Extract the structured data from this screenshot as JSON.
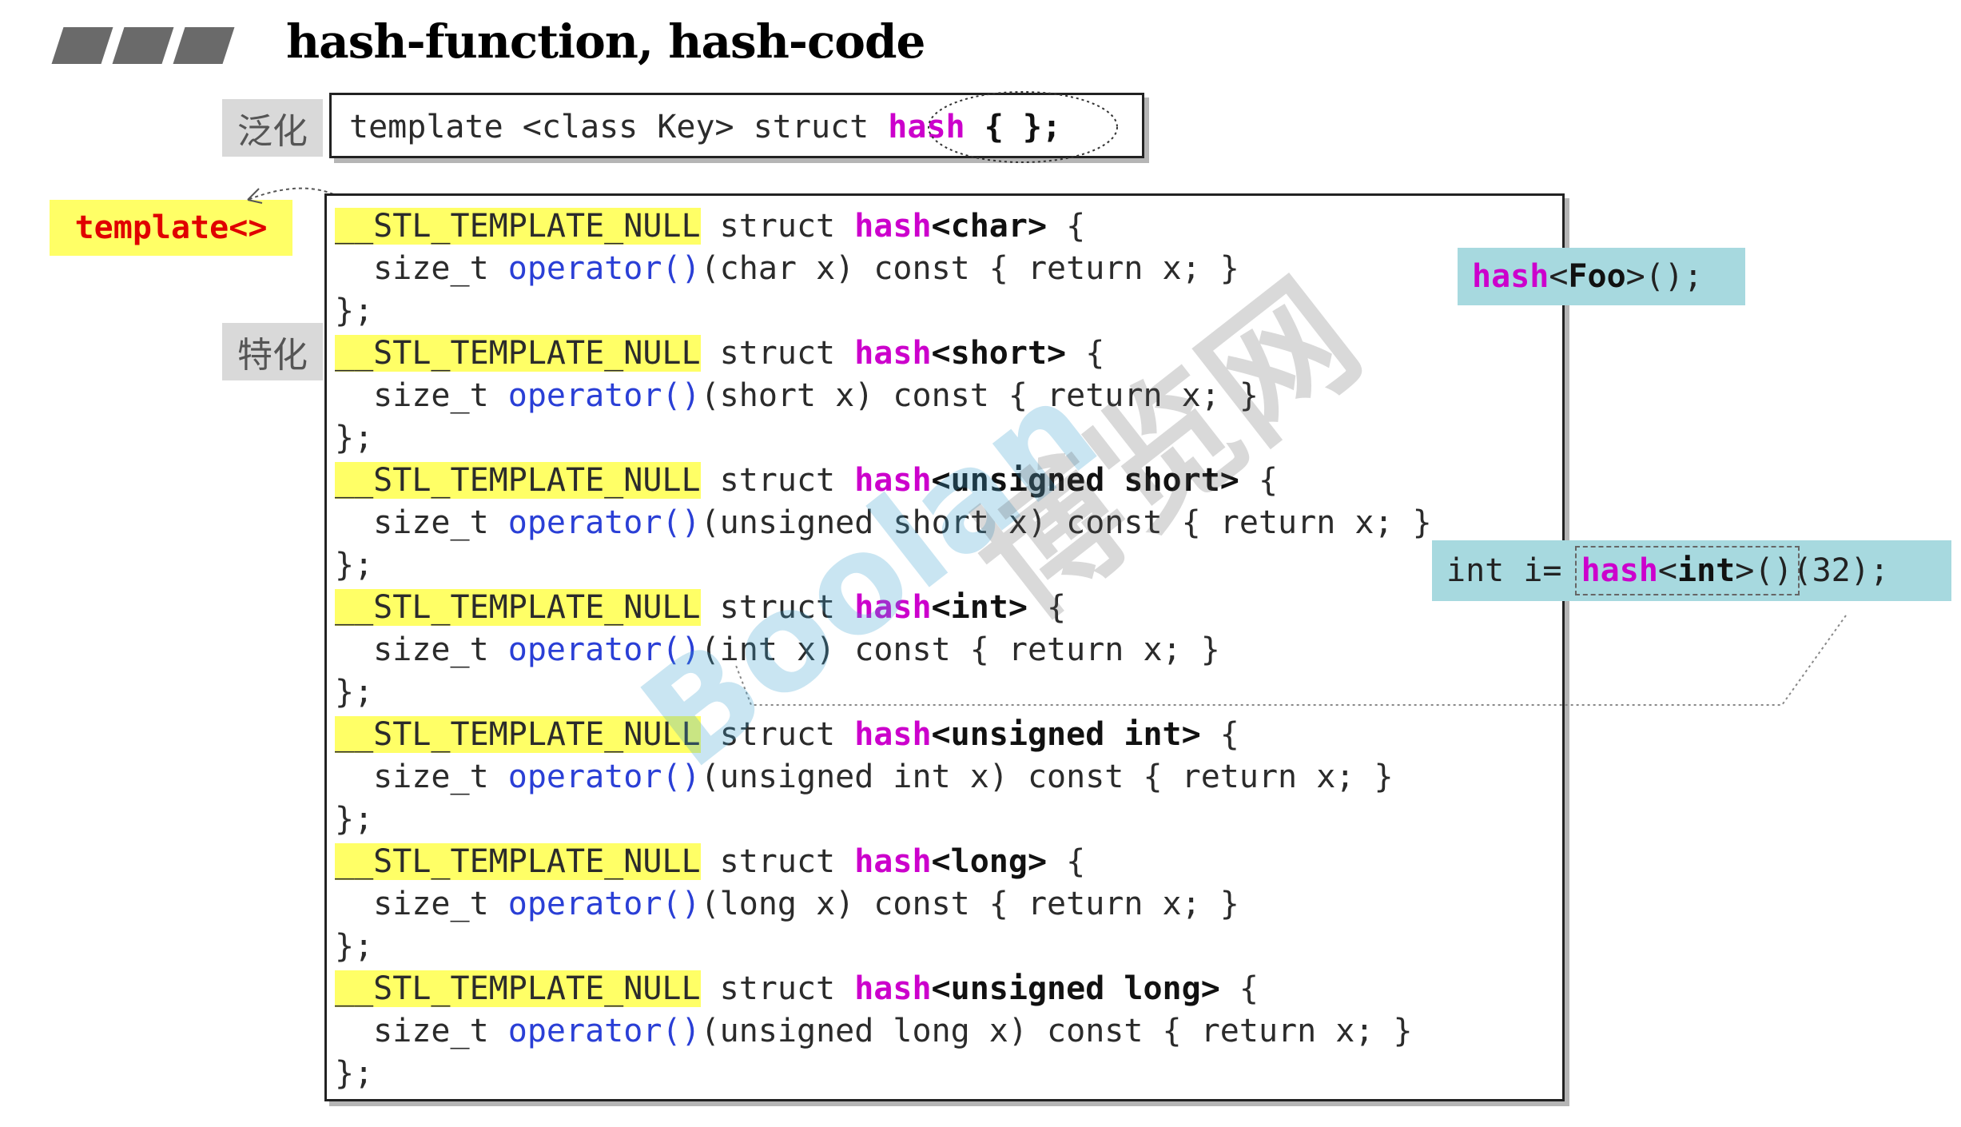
{
  "title": "hash-function, hash-code",
  "labels": {
    "generalization": "泛化",
    "specialization": "特化",
    "template_tag": "template<>"
  },
  "primary_template": {
    "prefix": "template <class Key> struct ",
    "hash": "hash",
    "suffix": " { };"
  },
  "specializations": [
    {
      "null": "__STL_TEMPLATE_NULL",
      "struct": " struct ",
      "hash": "hash",
      "type": "<char>",
      "open": " {",
      "body_prefix": "  size_t ",
      "op": "operator()",
      "param": "(char x) const { return x; }",
      "close": "};"
    },
    {
      "null": "__STL_TEMPLATE_NULL",
      "struct": " struct ",
      "hash": "hash",
      "type": "<short>",
      "open": " {",
      "body_prefix": "  size_t ",
      "op": "operator()",
      "param": "(short x) const { return x; }",
      "close": "};"
    },
    {
      "null": "__STL_TEMPLATE_NULL",
      "struct": " struct ",
      "hash": "hash",
      "type": "<unsigned short>",
      "open": " {",
      "body_prefix": "  size_t ",
      "op": "operator()",
      "param": "(unsigned short x) const { return x; }",
      "close": "};"
    },
    {
      "null": "__STL_TEMPLATE_NULL",
      "struct": " struct ",
      "hash": "hash",
      "type": "<int>",
      "open": " {",
      "body_prefix": "  size_t ",
      "op": "operator()",
      "param": "(int x) const { return x; }",
      "close": "};"
    },
    {
      "null": "__STL_TEMPLATE_NULL",
      "struct": " struct ",
      "hash": "hash",
      "type": "<unsigned int>",
      "open": " {",
      "body_prefix": "  size_t ",
      "op": "operator()",
      "param": "(unsigned int x) const { return x; }",
      "close": "};"
    },
    {
      "null": "__STL_TEMPLATE_NULL",
      "struct": " struct ",
      "hash": "hash",
      "type": "<long>",
      "open": " {",
      "body_prefix": "  size_t ",
      "op": "operator()",
      "param": "(long x) const { return x; }",
      "close": "};"
    },
    {
      "null": "__STL_TEMPLATE_NULL",
      "struct": " struct ",
      "hash": "hash",
      "type": "<unsigned long>",
      "open": " {",
      "body_prefix": "  size_t ",
      "op": "operator()",
      "param": "(unsigned long x) const { return x; }",
      "close": "};"
    }
  ],
  "callouts": {
    "foo": {
      "hash": "hash",
      "lt": "<",
      "type": "Foo",
      "rest": ">();"
    },
    "int_call": {
      "prefix": "int i= ",
      "hash": "hash",
      "lt": "<",
      "type": "int",
      "rest": ">()",
      "arg": "(32);"
    }
  },
  "colors": {
    "keyword_pink": "#cc00cc",
    "operator_blue": "#2a3fd6",
    "highlight_yellow": "#ffff66",
    "callout_teal": "#a7d9df",
    "tag_red": "#e00000"
  }
}
